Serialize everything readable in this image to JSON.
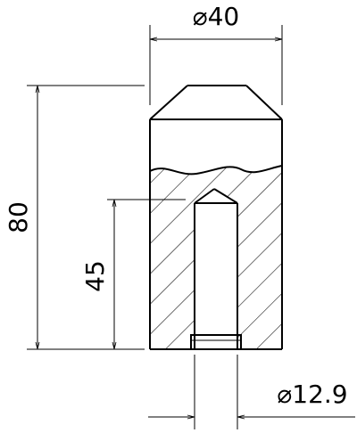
{
  "dimensions": {
    "outer_diameter": "⌀40",
    "total_height": "80",
    "hole_depth": "45",
    "hole_diameter": "⌀12.9"
  }
}
